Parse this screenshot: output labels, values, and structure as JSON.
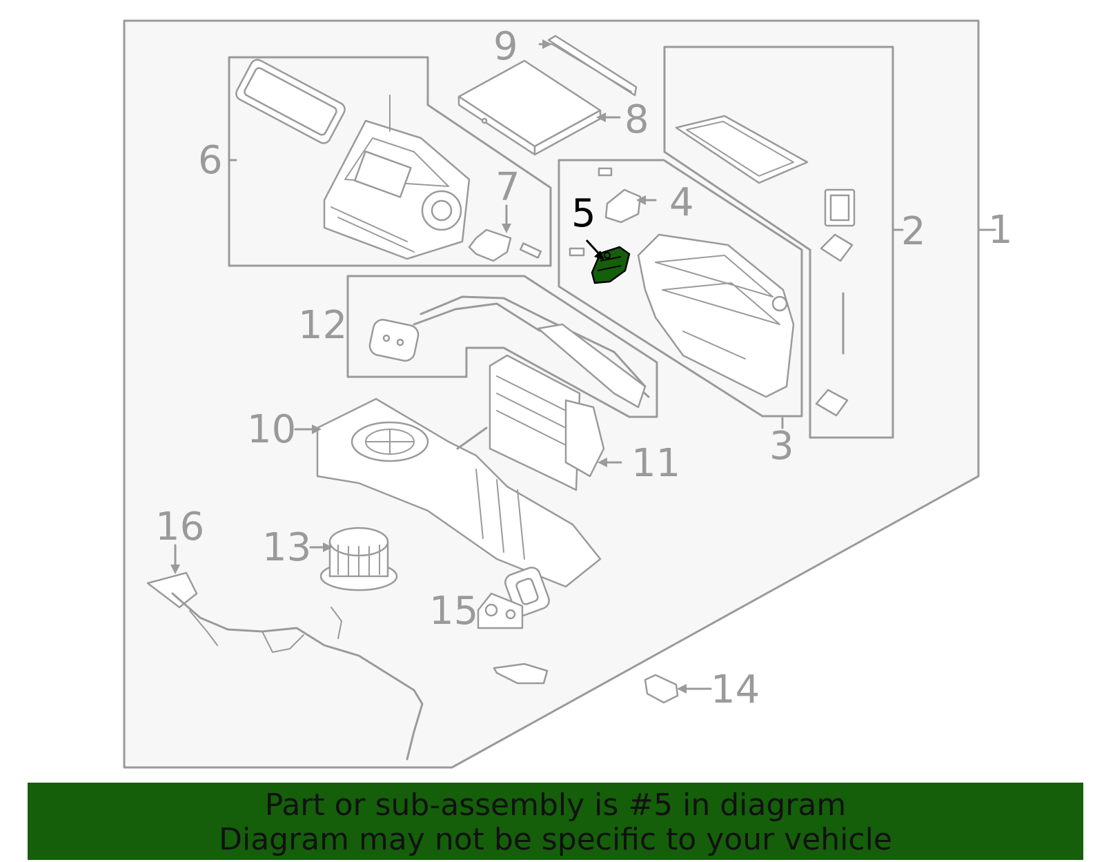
{
  "callouts": {
    "c1": "1",
    "c2": "2",
    "c3": "3",
    "c4": "4",
    "c5": "5",
    "c6": "6",
    "c7": "7",
    "c8": "8",
    "c9": "9",
    "c10": "10",
    "c11": "11",
    "c12": "12",
    "c13": "13",
    "c14": "14",
    "c15": "15",
    "c16": "16"
  },
  "highlighted_part": "5",
  "colors": {
    "highlight": "#155f0b",
    "line": "#9a9a9a",
    "banner_bg": "#155f0b"
  },
  "banner": {
    "line1": "Part or sub-assembly is #5 in diagram",
    "line2": "Diagram may not be specific to your vehicle"
  }
}
